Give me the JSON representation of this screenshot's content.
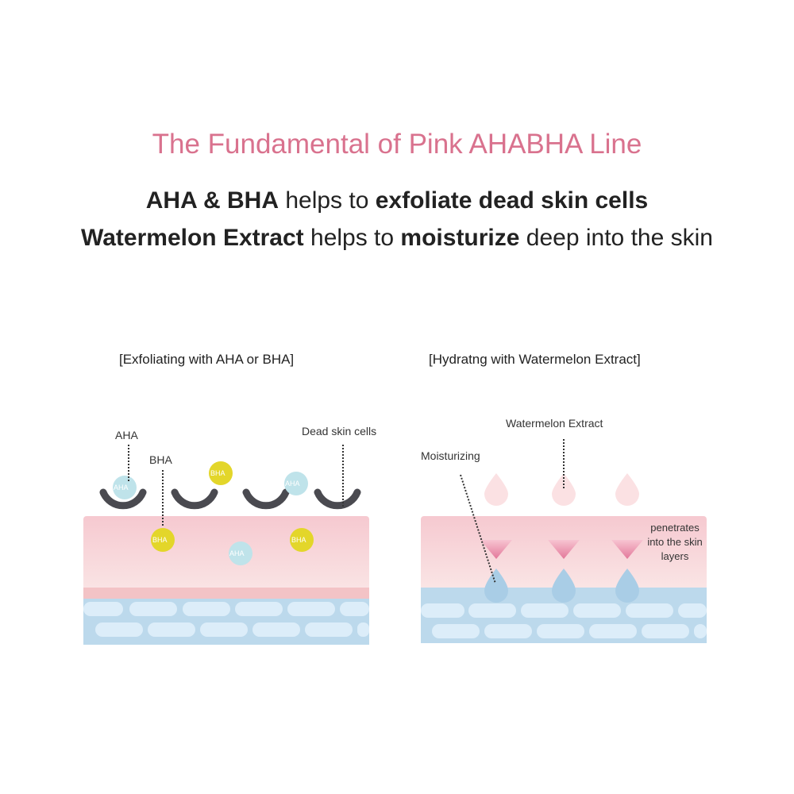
{
  "title": "The Fundamental of Pink AHABHA Line",
  "line1": {
    "a": "AHA & BHA",
    "b": " helps to ",
    "c": "exfoliate dead skin cells"
  },
  "line2": {
    "a": "Watermelon Extract",
    "b": " helps to ",
    "c": "moisturize",
    "d": " deep into the skin"
  },
  "left": {
    "heading": "[Exfoliating with AHA or BHA]",
    "labels": {
      "aha": "AHA",
      "bha": "BHA",
      "dead": "Dead skin cells"
    },
    "bubble_aha": "AHA",
    "bubble_bha": "BHA"
  },
  "right": {
    "heading": "[Hydratng with Watermelon Extract]",
    "labels": {
      "extract": "Watermelon Extract",
      "moist": "Moisturizing",
      "pen1": "penetrates",
      "pen2": "into the skin",
      "pen3": "layers"
    }
  },
  "colors": {
    "title": "#d9728e",
    "skin_pink": "#f8d7d9",
    "skin_blue": "#bcd9ec",
    "cell": "#dcedf9",
    "aha": "#bfe3ea",
    "bha": "#e3d62a",
    "cup": "#4a4a50"
  }
}
